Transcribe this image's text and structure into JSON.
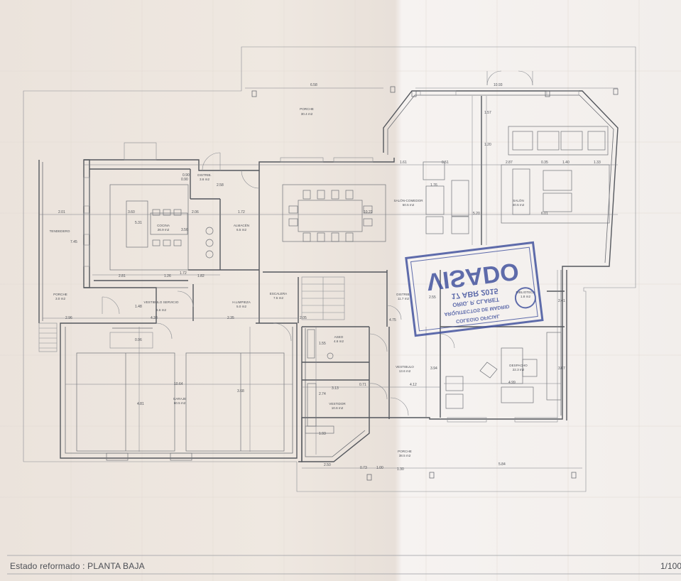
{
  "plan": {
    "title": "Estado reformado : PLANTA BAJA",
    "scale": "1/100"
  },
  "rooms": [
    {
      "name": "PORCHE",
      "area": "30.4 m2",
      "key": "porche_top"
    },
    {
      "name": "DISTRIB.",
      "area": "3.6 m2",
      "key": "distrib1"
    },
    {
      "name": "COCINA",
      "area": "26.9 m2",
      "key": "cocina"
    },
    {
      "name": "ALMACÉN",
      "area": "6.5 m2",
      "key": "almacen"
    },
    {
      "name": "TENDEDERO",
      "area": "",
      "key": "tendedero"
    },
    {
      "name": "PORCHE",
      "area": "3.0 m2",
      "key": "porche_left"
    },
    {
      "name": "VESTIBULO SERVICIO",
      "area": "6.6 m2",
      "key": "vest_serv"
    },
    {
      "name": "H.LIMPIEZA",
      "area": "5.0 m2",
      "key": "hlimpieza"
    },
    {
      "name": "ESCALERA",
      "area": "7.5 m2",
      "key": "escalera"
    },
    {
      "name": "SALÓN-COMEDOR",
      "area": "50.5 m2",
      "key": "salon_comedor"
    },
    {
      "name": "SALÓN",
      "area": "40.5 m2",
      "key": "salon"
    },
    {
      "name": "DISTRIB.",
      "area": "11.7 m2",
      "key": "distrib2"
    },
    {
      "name": "BIBLIOTECA",
      "area": "1.8 m2",
      "key": "biblioteca"
    },
    {
      "name": "ASEO",
      "area": "4.6 m2",
      "key": "aseo"
    },
    {
      "name": "VESTIBULO",
      "area": "13.6 m2",
      "key": "vestibulo"
    },
    {
      "name": "DESPACHO",
      "area": "22.3 m2",
      "key": "despacho"
    },
    {
      "name": "VESTIDOR",
      "area": "10.6 m2",
      "key": "vestidor"
    },
    {
      "name": "GARAJE",
      "area": "60.5 m2",
      "key": "garaje"
    },
    {
      "name": "PORCHE",
      "area": "38.5 m2",
      "key": "porche_bottom"
    }
  ],
  "dimensions": [
    "6.58",
    "10.93",
    "2.01",
    "3.60",
    "2.06",
    "1.72",
    "10.22",
    "2.87",
    "0.35",
    "1.40",
    "1.33",
    "5.20",
    "6.01",
    "2.81",
    "1.26",
    "1.72",
    "1.82",
    "4.38",
    "2.35",
    "2.05",
    "4.75",
    "2.55",
    "3.94",
    "4.12",
    "4.99",
    "3.67",
    "3.13",
    "0.71",
    "2.74",
    "1.93",
    "2.50",
    "0.73",
    "1.00",
    "1.30",
    "5.84",
    "10.64",
    "4.81",
    "3.68",
    "1.48",
    "0.96",
    "2.58",
    "0.90",
    "5.31",
    "3.56",
    "1.20",
    "1.57",
    "7.45",
    "2.41",
    "1.55",
    "0.51",
    "1.61",
    "1.76",
    "2.96",
    "0.90"
  ],
  "stamp": {
    "word": "VISADO",
    "date": "17 ABR 2015",
    "line1": "COLEGIO OFICIAL",
    "line2": "ARQUITECTOS DE MADRID",
    "line3": "ORIG. P. CLARET"
  }
}
